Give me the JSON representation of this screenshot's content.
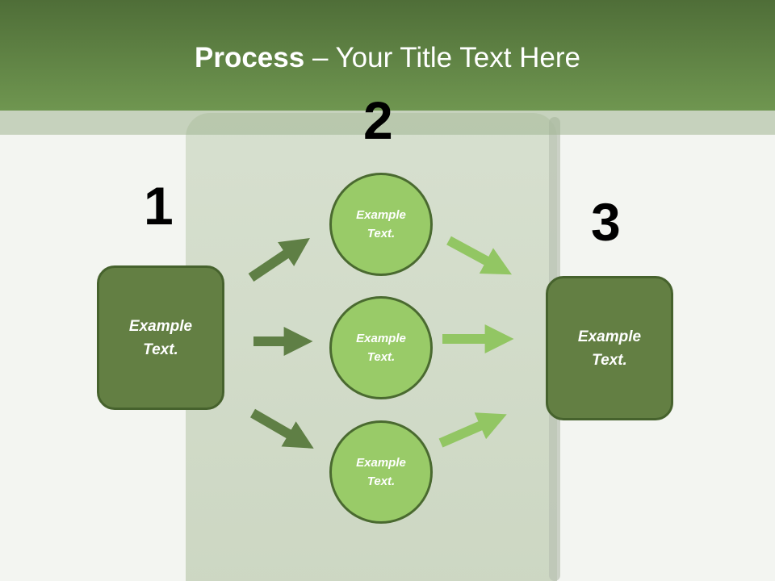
{
  "title": {
    "bold": "Process",
    "rest": " – Your Title Text Here"
  },
  "steps": [
    {
      "number": "1",
      "text": "Example Text."
    },
    {
      "number": "2",
      "items": [
        "Example Text.",
        "Example Text.",
        "Example Text."
      ]
    },
    {
      "number": "3",
      "text": "Example Text."
    }
  ],
  "colors": {
    "header": "#5f8343",
    "box": "#637f43",
    "circle": "#99cb68",
    "arrow_left": "#5f7f45",
    "arrow_right": "#92c663"
  }
}
